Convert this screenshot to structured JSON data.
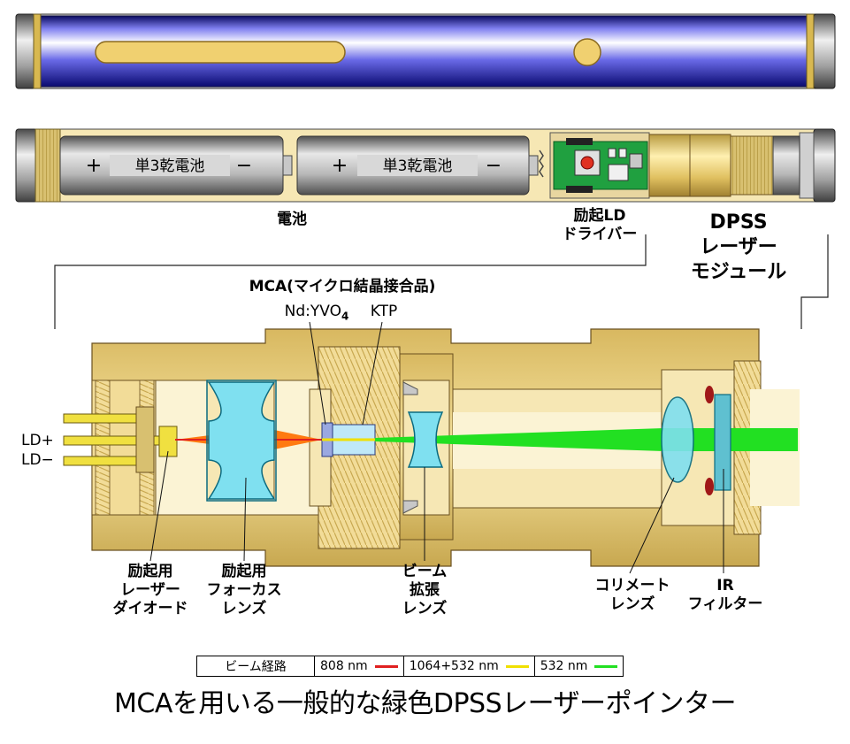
{
  "colors": {
    "tube_blue": "#3c3cd0",
    "brass": "#e8cf80",
    "brass_light": "#f8efc8",
    "beam_808": "#e02020",
    "beam_1064_532": "#f0e000",
    "beam_532": "#22e022",
    "beam_orange": "#ff7a10",
    "lens_cyan": "#7fe0f0",
    "pcb_green": "#20a040"
  },
  "battery": {
    "label_1": "単3乾電池",
    "label_2": "単3乾電池",
    "plus": "+",
    "minus": "−"
  },
  "labels": {
    "battery": "電池",
    "ld_driver": [
      "励起LD",
      "ドライバー"
    ],
    "dpss": [
      "DPSS",
      "レーザー",
      "モジュール"
    ],
    "mca": "MCA(マイクロ結晶接合品)",
    "ndyvo4": "Nd:YVO",
    "ndyvo4_sub": "4",
    "ktp": "KTP",
    "ld_plus": "LD+",
    "ld_minus": "LD−",
    "pump_diode": [
      "励起用",
      "レーザー",
      "ダイオード"
    ],
    "focus_lens": [
      "励起用",
      "フォーカス",
      "レンズ"
    ],
    "beam_expander": [
      "ビーム",
      "拡張",
      "レンズ"
    ],
    "collimator": [
      "コリメート",
      "レンズ"
    ],
    "ir_filter": [
      "IR",
      "フィルター"
    ]
  },
  "legend": {
    "title": "ビーム経路",
    "items": [
      {
        "label": "808 nm",
        "color": "#e02020"
      },
      {
        "label": "1064+532 nm",
        "color": "#f0e000"
      },
      {
        "label": "532 nm",
        "color": "#22e022"
      }
    ]
  },
  "title": "MCAを用いる一般的な緑色DPSSレーザーポインター"
}
